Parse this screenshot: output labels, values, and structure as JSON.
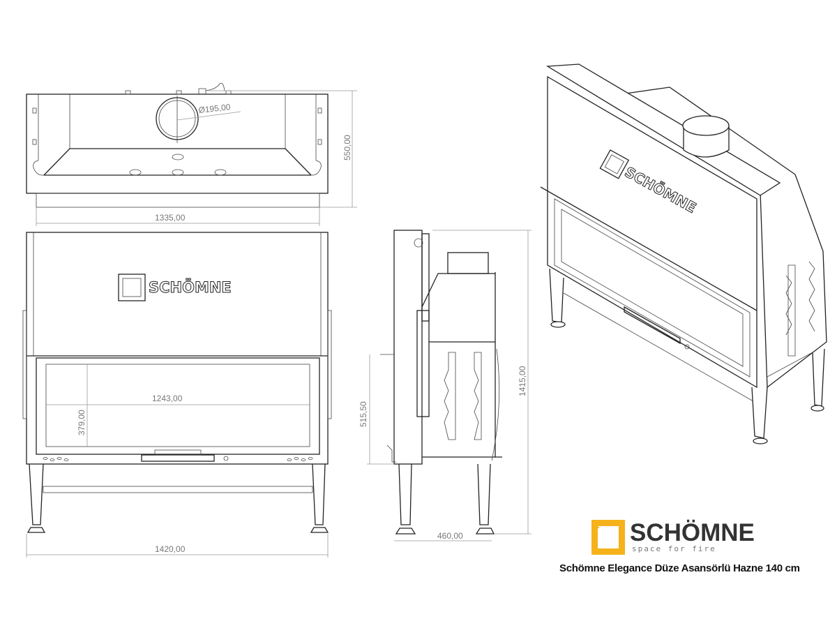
{
  "drawing": {
    "top_view": {
      "flue_diameter": "Ø195,00",
      "depth": "550,00",
      "width": "1335,00"
    },
    "front_view": {
      "brand_mark": "SCHÖMNE",
      "glass_width": "1243,00",
      "glass_height": "379,00",
      "total_width": "1420,00"
    },
    "side_view": {
      "total_height": "1415,00",
      "door_height": "515,50",
      "depth": "460,00"
    },
    "iso_view": {
      "brand_mark": "SCHÖMNE"
    }
  },
  "logo": {
    "name": "SCHÖMNE",
    "tagline": "space for fire",
    "color": "#F5B21B"
  },
  "caption": "Schömne Elegance Düze Asansörlü Hazne 140 cm"
}
